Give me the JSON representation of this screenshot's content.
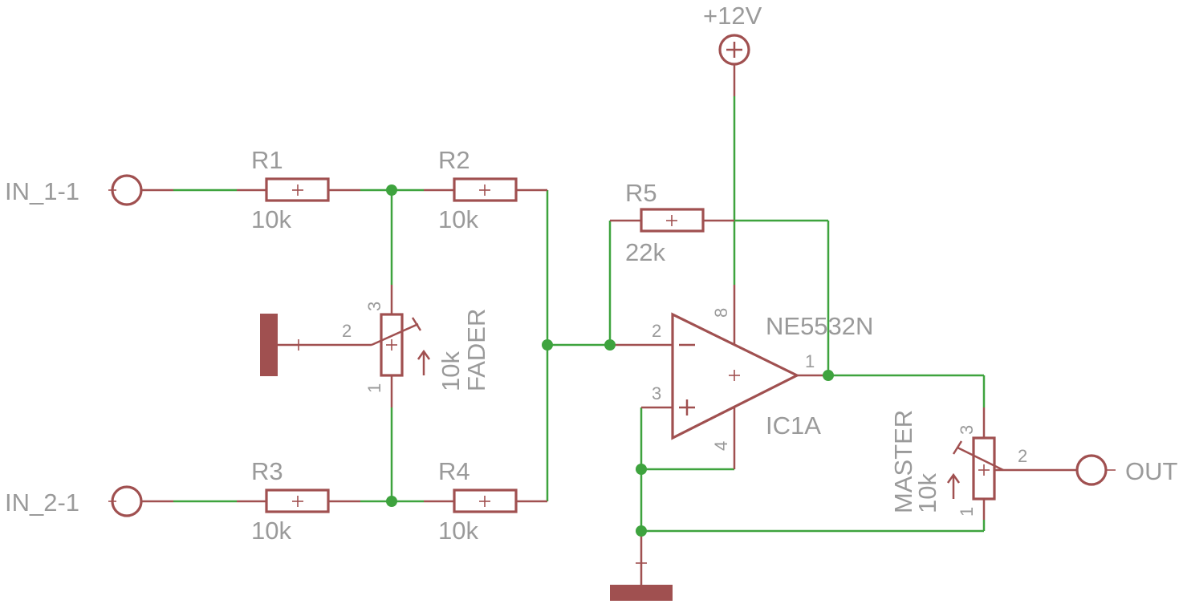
{
  "components": {
    "r1": {
      "name": "R1",
      "value": "10k"
    },
    "r2": {
      "name": "R2",
      "value": "10k"
    },
    "r3": {
      "name": "R3",
      "value": "10k"
    },
    "r4": {
      "name": "R4",
      "value": "10k"
    },
    "r5": {
      "name": "R5",
      "value": "22k"
    },
    "fader": {
      "name": "FADER",
      "value": "10k",
      "pins": {
        "p1": "1",
        "p2": "2",
        "p3": "3"
      }
    },
    "master": {
      "name": "MASTER",
      "value": "10k",
      "pins": {
        "p1": "1",
        "p2": "2",
        "p3": "3"
      }
    },
    "opamp": {
      "name": "IC1A",
      "value": "NE5532N",
      "pins": {
        "out": "1",
        "inv": "2",
        "noninv": "3",
        "vminus": "4",
        "vplus": "8"
      }
    }
  },
  "connectors": {
    "in1": "IN_1-1",
    "in2": "IN_2-1",
    "out": "OUT"
  },
  "supply": {
    "label": "+12V"
  },
  "colors": {
    "wire": "#3ea33e",
    "component": "#a05050",
    "text": "#9a9a9a"
  }
}
